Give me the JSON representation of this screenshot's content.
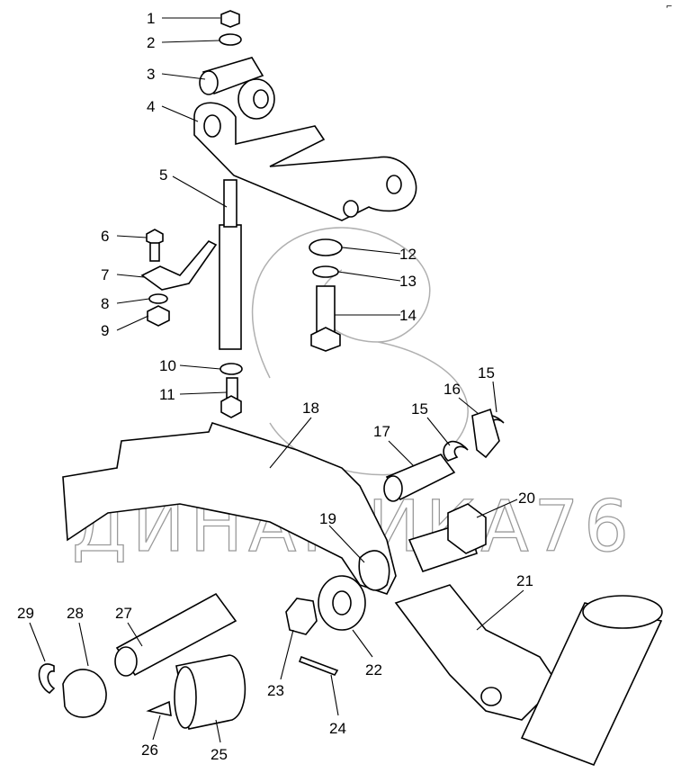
{
  "diagram": {
    "watermark": "ДИНАМИКА76",
    "corner_mark": "⌐",
    "labels": [
      "1",
      "2",
      "3",
      "4",
      "5",
      "6",
      "7",
      "8",
      "9",
      "10",
      "11",
      "12",
      "13",
      "14",
      "15",
      "16",
      "15",
      "17",
      "18",
      "19",
      "20",
      "21",
      "22",
      "23",
      "24",
      "25",
      "26",
      "27",
      "28",
      "29"
    ]
  }
}
